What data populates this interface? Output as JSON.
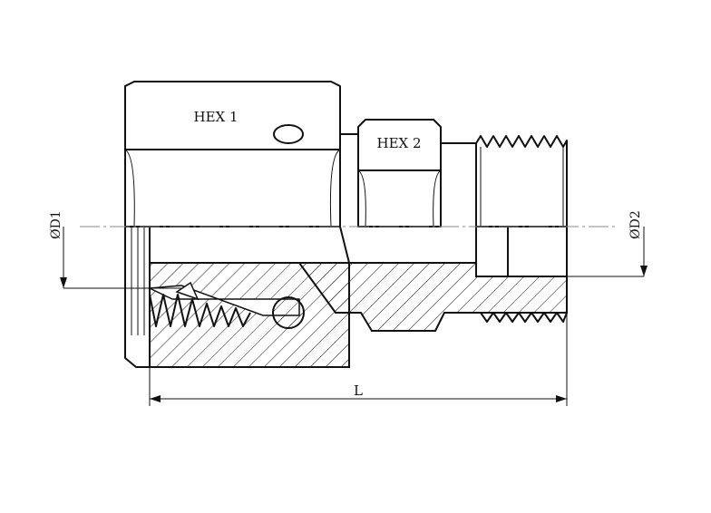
{
  "labels": {
    "hex1": "HEX 1",
    "hex2": "HEX 2",
    "d1": "ØD1",
    "d2": "ØD2",
    "length": "L"
  }
}
